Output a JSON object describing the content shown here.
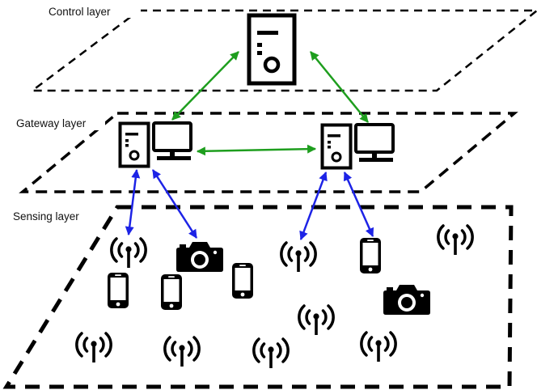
{
  "layers": {
    "control": {
      "label": "Control layer"
    },
    "gateway": {
      "label": "Gateway layer"
    },
    "sensing": {
      "label": "Sensing layer"
    }
  },
  "colors": {
    "ink": "#000000",
    "background": "#ffffff",
    "control_links": "#1e9e1e",
    "sensing_links": "#1d23e6"
  },
  "icons": {
    "control_node": "server-tower-icon",
    "gateway_node": "computer-workstation-icon",
    "access_point": "wireless-antenna-icon",
    "phone": "smartphone-icon",
    "camera": "camera-icon"
  }
}
